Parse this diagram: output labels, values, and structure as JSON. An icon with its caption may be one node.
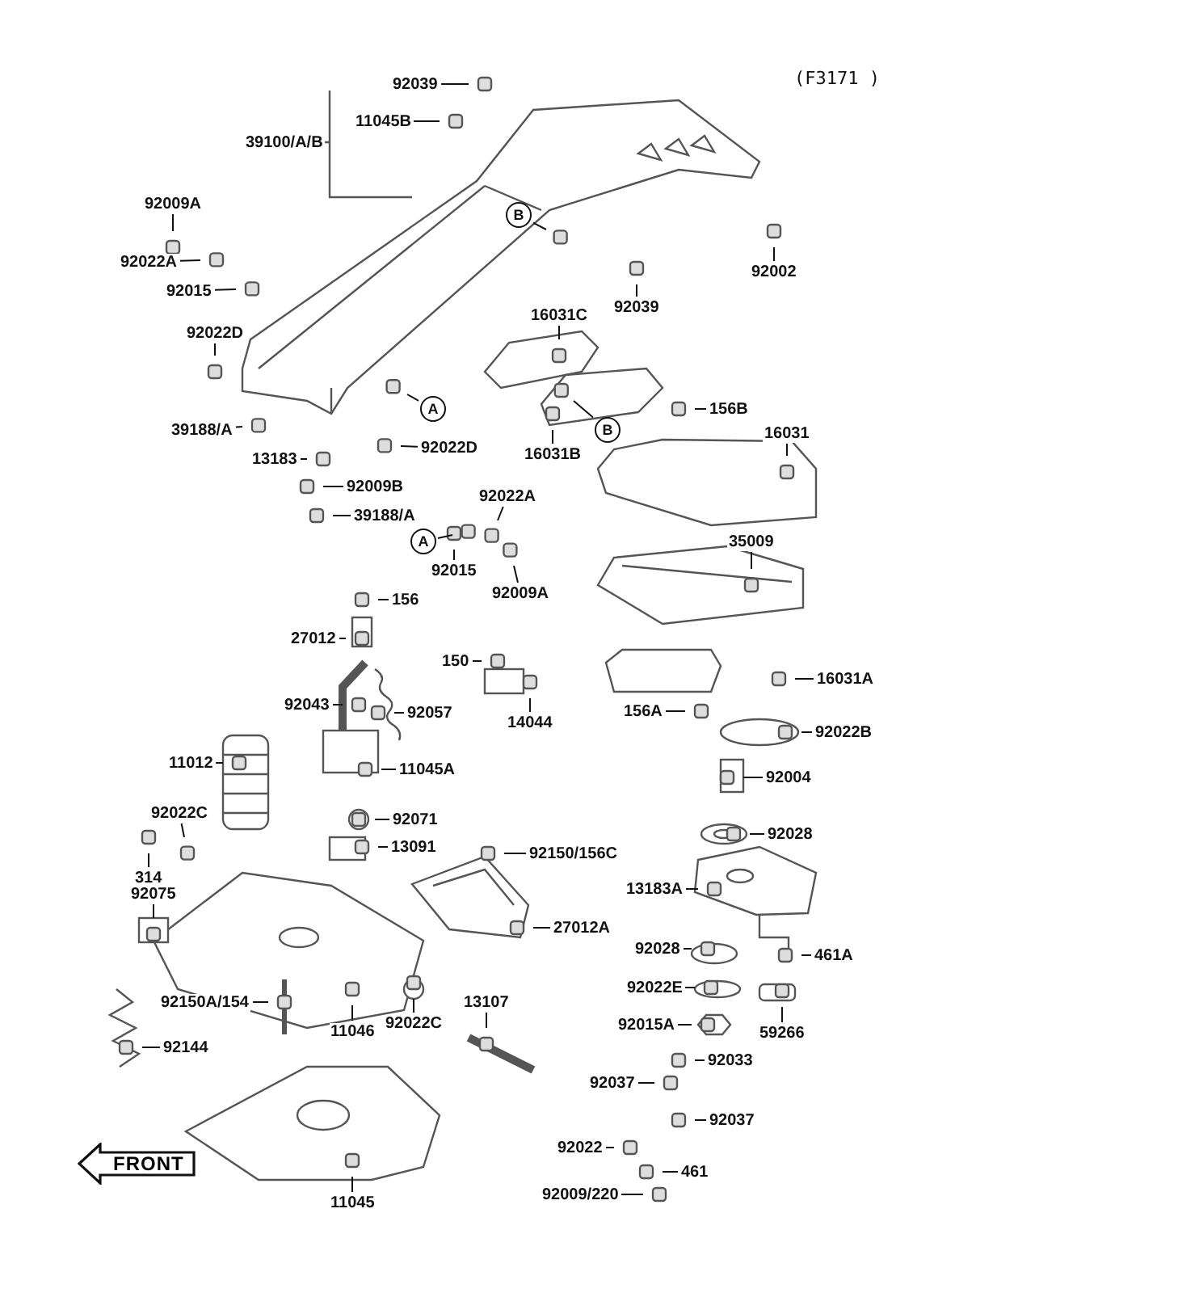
{
  "diagram": {
    "nodes": [
      {
        "text": [
          "92039"
        ]
      },
      {
        "text": [
          "11045B"
        ]
      },
      {
        "text": [
          "39100/A/B"
        ]
      },
      {
        "text": [
          "92009A"
        ]
      },
      {
        "text": [
          "92022A"
        ]
      },
      {
        "text": [
          "92015"
        ]
      },
      {
        "text": [
          "92022D"
        ]
      },
      {
        "text": [
          "92002"
        ]
      },
      {
        "text": [
          "92039"
        ]
      },
      {
        "text": [
          "16031C"
        ]
      },
      {
        "text": [
          "A"
        ]
      },
      {
        "text": [
          "B"
        ]
      },
      {
        "text": [
          "B"
        ]
      },
      {
        "text": [
          "39188/A"
        ]
      },
      {
        "text": [
          "92022D"
        ]
      },
      {
        "text": [
          "16031B"
        ]
      },
      {
        "text": [
          "156B"
        ]
      },
      {
        "text": [
          "16031"
        ]
      },
      {
        "text": [
          "13183"
        ]
      },
      {
        "text": [
          "92009B"
        ]
      },
      {
        "text": [
          "39188/A"
        ]
      },
      {
        "text": [
          "A"
        ]
      },
      {
        "text": [
          "92022A"
        ]
      },
      {
        "text": [
          "92015"
        ]
      },
      {
        "text": [
          "92009A"
        ]
      },
      {
        "text": [
          "35009"
        ]
      },
      {
        "text": [
          "156"
        ]
      },
      {
        "text": [
          "27012"
        ]
      },
      {
        "text": [
          "150"
        ]
      },
      {
        "text": [
          "14044"
        ]
      },
      {
        "text": [
          "16031A"
        ]
      },
      {
        "text": [
          "156A"
        ]
      },
      {
        "text": [
          "92022B"
        ]
      },
      {
        "text": [
          "92043"
        ]
      },
      {
        "text": [
          "92057"
        ]
      },
      {
        "text": [
          "11012"
        ]
      },
      {
        "text": [
          "11045A"
        ]
      },
      {
        "text": [
          "92004"
        ]
      },
      {
        "text": [
          "92071"
        ]
      },
      {
        "text": [
          "92022C"
        ]
      },
      {
        "text": [
          "314"
        ]
      },
      {
        "text": [
          "13091"
        ]
      },
      {
        "text": [
          "92150/156C"
        ]
      },
      {
        "text": [
          "92028"
        ]
      },
      {
        "text": [
          "92075"
        ]
      },
      {
        "text": [
          "13183A"
        ]
      },
      {
        "text": [
          "27012A"
        ]
      },
      {
        "text": [
          "92028"
        ]
      },
      {
        "text": [
          "461A"
        ]
      },
      {
        "text": [
          "92150A/154"
        ]
      },
      {
        "text": [
          "92144"
        ]
      },
      {
        "text": [
          "11046"
        ]
      },
      {
        "text": [
          "92022C"
        ]
      },
      {
        "text": [
          "13107"
        ]
      },
      {
        "text": [
          "92022E"
        ]
      },
      {
        "text": [
          "59266"
        ]
      },
      {
        "text": [
          "92015A"
        ]
      },
      {
        "text": [
          "92033"
        ]
      },
      {
        "text": [
          "92037"
        ]
      },
      {
        "text": [
          "92037"
        ]
      },
      {
        "text": [
          "92022"
        ]
      },
      {
        "text": [
          "461"
        ]
      },
      {
        "text": [
          "92009/220"
        ]
      },
      {
        "text": [
          "11045"
        ]
      },
      {
        "text": [
          "FRONT"
        ]
      }
    ],
    "edges": [
      {
        "from": 0,
        "to": null,
        "arrow": "none"
      },
      {
        "from": 1,
        "to": null,
        "arrow": "none"
      },
      {
        "from": 3,
        "to": null,
        "arrow": "none"
      },
      {
        "from": 4,
        "to": null,
        "arrow": "none"
      },
      {
        "from": 5,
        "to": null,
        "arrow": "none"
      },
      {
        "from": 6,
        "to": null,
        "arrow": "none"
      },
      {
        "from": 7,
        "to": null,
        "arrow": "none"
      },
      {
        "from": 8,
        "to": null,
        "arrow": "none"
      },
      {
        "from": 9,
        "to": null,
        "arrow": "none"
      },
      {
        "from": 10,
        "to": null,
        "arrow": "none"
      },
      {
        "from": 11,
        "to": null,
        "arrow": "none"
      },
      {
        "from": 12,
        "to": null,
        "arrow": "none"
      },
      {
        "from": 13,
        "to": null,
        "arrow": "none"
      },
      {
        "from": 14,
        "to": null,
        "arrow": "none"
      },
      {
        "from": 15,
        "to": null,
        "arrow": "none"
      },
      {
        "from": 16,
        "to": null,
        "arrow": "none"
      },
      {
        "from": 17,
        "to": null,
        "arrow": "none"
      },
      {
        "from": 18,
        "to": null,
        "arrow": "none"
      },
      {
        "from": 19,
        "to": null,
        "arrow": "none"
      },
      {
        "from": 20,
        "to": null,
        "arrow": "none"
      },
      {
        "from": 21,
        "to": null,
        "arrow": "none"
      },
      {
        "from": 22,
        "to": null,
        "arrow": "none"
      },
      {
        "from": 23,
        "to": null,
        "arrow": "none"
      },
      {
        "from": 24,
        "to": null,
        "arrow": "none"
      },
      {
        "from": 25,
        "to": null,
        "arrow": "none"
      },
      {
        "from": 26,
        "to": null,
        "arrow": "none"
      },
      {
        "from": 27,
        "to": null,
        "arrow": "none"
      },
      {
        "from": 28,
        "to": null,
        "arrow": "none"
      },
      {
        "from": 29,
        "to": null,
        "arrow": "none"
      },
      {
        "from": 30,
        "to": null,
        "arrow": "none"
      },
      {
        "from": 31,
        "to": null,
        "arrow": "none"
      },
      {
        "from": 32,
        "to": null,
        "arrow": "none"
      },
      {
        "from": 33,
        "to": null,
        "arrow": "none"
      },
      {
        "from": 34,
        "to": null,
        "arrow": "none"
      },
      {
        "from": 35,
        "to": null,
        "arrow": "none"
      },
      {
        "from": 36,
        "to": null,
        "arrow": "none"
      },
      {
        "from": 37,
        "to": null,
        "arrow": "none"
      },
      {
        "from": 38,
        "to": null,
        "arrow": "none"
      },
      {
        "from": 39,
        "to": null,
        "arrow": "none"
      },
      {
        "from": 40,
        "to": null,
        "arrow": "none"
      },
      {
        "from": 41,
        "to": null,
        "arrow": "none"
      },
      {
        "from": 42,
        "to": null,
        "arrow": "none"
      },
      {
        "from": 43,
        "to": null,
        "arrow": "none"
      },
      {
        "from": 44,
        "to": null,
        "arrow": "none"
      },
      {
        "from": 45,
        "to": null,
        "arrow": "none"
      },
      {
        "from": 46,
        "to": null,
        "arrow": "none"
      },
      {
        "from": 47,
        "to": null,
        "arrow": "none"
      },
      {
        "from": 48,
        "to": null,
        "arrow": "none"
      },
      {
        "from": 49,
        "to": null,
        "arrow": "none"
      },
      {
        "from": 50,
        "to": null,
        "arrow": "none"
      },
      {
        "from": 51,
        "to": null,
        "arrow": "none"
      },
      {
        "from": 52,
        "to": null,
        "arrow": "none"
      },
      {
        "from": 53,
        "to": null,
        "arrow": "none"
      },
      {
        "from": 54,
        "to": null,
        "arrow": "none"
      },
      {
        "from": 55,
        "to": null,
        "arrow": "none"
      },
      {
        "from": 56,
        "to": null,
        "arrow": "none"
      },
      {
        "from": 57,
        "to": null,
        "arrow": "none"
      },
      {
        "from": 58,
        "to": null,
        "arrow": "none"
      },
      {
        "from": 59,
        "to": null,
        "arrow": "none"
      },
      {
        "from": 60,
        "to": null,
        "arrow": "none"
      },
      {
        "from": 61,
        "to": null,
        "arrow": "none"
      },
      {
        "from": 62,
        "to": null,
        "arrow": "none"
      },
      {
        "from": 63,
        "to": null,
        "arrow": "none"
      }
    ],
    "labels": [
      "(F3171 )"
    ]
  }
}
